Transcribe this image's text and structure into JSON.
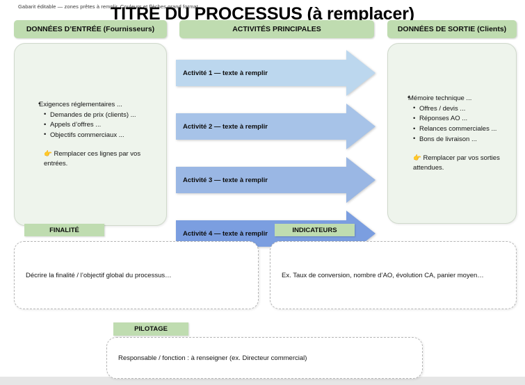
{
  "document": {
    "caption": "Gabarit éditable — zones prêtes à remplir. Couleurs et flèches grand format.",
    "title": "TITRE DU PROCESSUS (à remplacer)"
  },
  "colors": {
    "header_green": "#bfdcb0",
    "panel_green": "#eef4ec",
    "arrow_1": "#bcd7ee",
    "arrow_2": "#a7c3e8",
    "arrow_3": "#9ab7e4",
    "arrow_4": "#7b9ee0",
    "footer_grey": "#e6e6e6"
  },
  "columns": {
    "inputs_header": "DONNÉES D’ENTRÉE (Fournisseurs)",
    "activities_header": "ACTIVITÉS PRINCIPALES",
    "outputs_header": "DONNÉES DE SORTIE (Clients)"
  },
  "inputs": {
    "items": [
      "Exigences réglementaires ...",
      "Demandes de prix (clients) ...",
      "Appels d’offres ...",
      "Objectifs commerciaux ..."
    ],
    "hint_icon": "pointing-hand-icon",
    "hint": "👉 Remplacer ces lignes par vos entrées."
  },
  "outputs": {
    "items": [
      "Mémoire technique ...",
      "Offres / devis ...",
      "Réponses AO ...",
      "Relances commerciales ...",
      "Bons de livraison ..."
    ],
    "hint_icon": "pointing-hand-icon",
    "hint": "👉 Remplacer par vos sorties attendues."
  },
  "activities": [
    {
      "label": "Activité 1 — texte à remplir",
      "fill": "#bcd7ee"
    },
    {
      "label": "Activité 2 — texte à remplir",
      "fill": "#a7c3e8"
    },
    {
      "label": "Activité 3 — texte à remplir",
      "fill": "#9ab7e4"
    },
    {
      "label": "Activité 4 — texte à remplir",
      "fill": "#7b9ee0"
    }
  ],
  "sections": {
    "finalite": {
      "tab": "FINALITÉ",
      "text": "Décrire la finalité / l’objectif global du processus…"
    },
    "indicateurs": {
      "tab": "INDICATEURS",
      "text": "Ex. Taux de conversion, nombre d’AO, évolution CA, panier moyen…"
    },
    "pilotage": {
      "tab": "PILOTAGE",
      "text": "Responsable / fonction : à renseigner (ex. Directeur commercial)"
    }
  }
}
